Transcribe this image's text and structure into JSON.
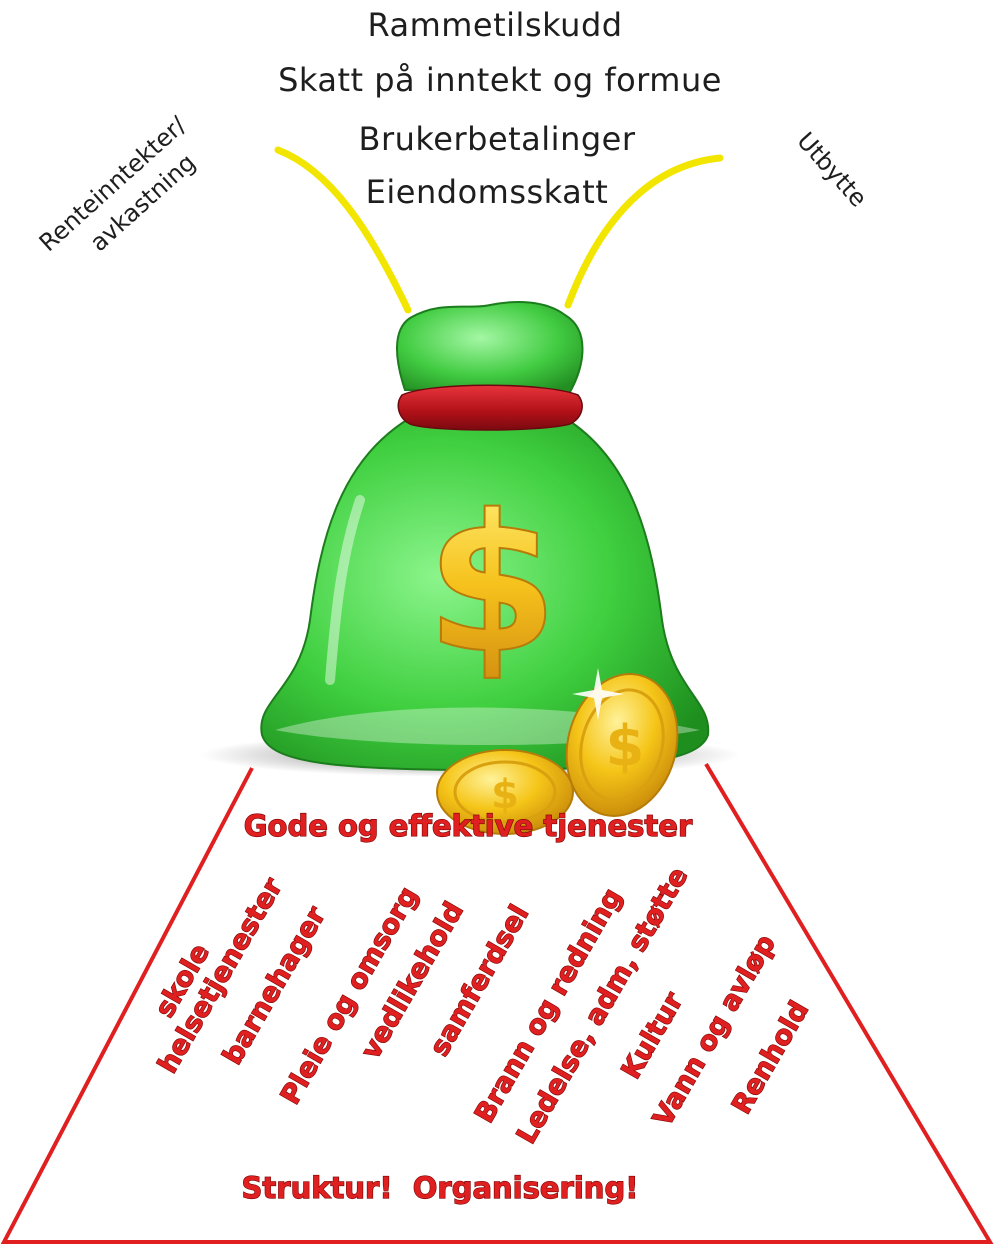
{
  "income_sources": [
    "Rammetilskudd",
    "Skatt på inntekt og formue",
    "Brukerbetalinger",
    "Eiendomsskatt"
  ],
  "left_label": [
    "Renteinntekter/",
    "avkastning"
  ],
  "right_label": "Utbytte",
  "bag_symbol": "$",
  "pyramid_title": "Gode og effektive tjenester",
  "services": [
    "skole",
    "helsetjenester",
    "barnehager",
    "Pleie og omsorg",
    "vedlikehold",
    "samferdsel",
    "Brann og redning",
    "Ledelse, adm, støtte",
    "Kultur",
    "Vann og avløp",
    "Renhold"
  ],
  "pyramid_footer": "Struktur!  Organisering!",
  "colors": {
    "bag": "#3fcf3f",
    "bag_tie": "#c4141c",
    "coin": "#f5c518",
    "pyramid_line": "#e02020",
    "rope": "#f2e600",
    "service_text": "#e02020"
  }
}
